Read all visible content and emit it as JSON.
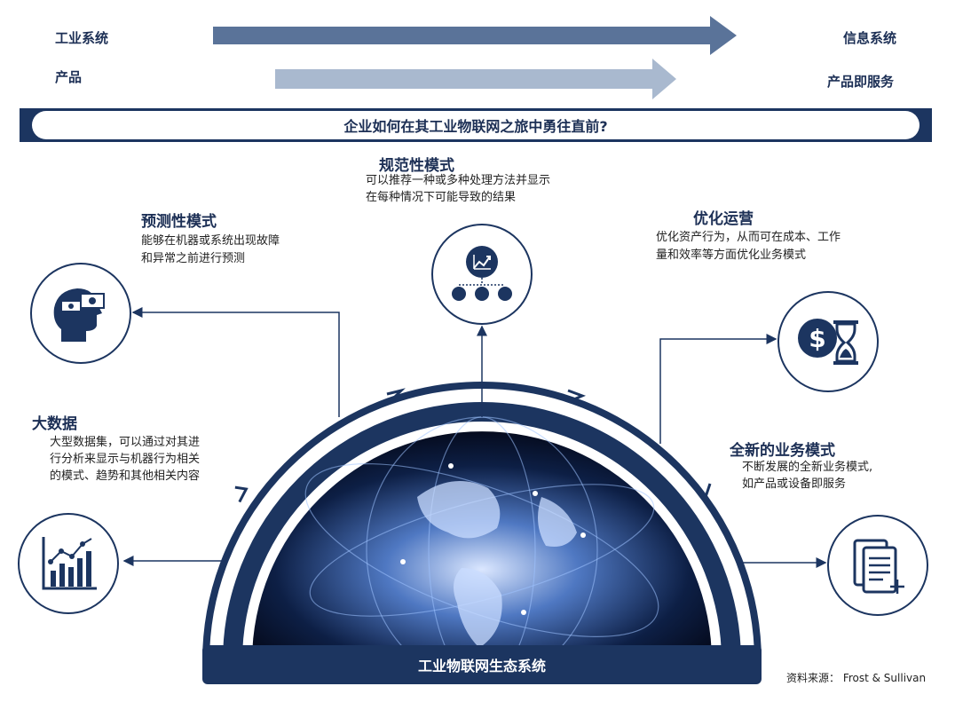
{
  "top_arrows": {
    "row1_left": "工业系统",
    "row1_right": "信息系统",
    "row2_left": "产品",
    "row2_right": "产品即服务"
  },
  "banner": {
    "question": "企业如何在其工业物联网之旅中勇往直前?"
  },
  "nodes": {
    "prescriptive": {
      "title": "规范性模式",
      "desc_1": "可以推荐一种或多种处理方法并显示",
      "desc_2": "在每种情况下可能导致的结果",
      "icon": "prescriptive-chart-icon"
    },
    "predictive": {
      "title": "预测性模式",
      "desc_1": "能够在机器或系统出现故障",
      "desc_2": "和异常之前进行预测",
      "icon": "head-gear-icon"
    },
    "optimize": {
      "title": "优化运营",
      "desc_1": "优化资产行为，从而可在成本、工作",
      "desc_2": "量和效率等方面优化业务模式",
      "icon": "dollar-hourglass-icon"
    },
    "bigdata": {
      "title": "大数据",
      "desc_1": "大型数据集，可以通过对其进",
      "desc_2": "行分析来显示与机器行为相关",
      "desc_3": "的模式、趋势和其他相关内容",
      "icon": "bar-chart-icon"
    },
    "newbiz": {
      "title": "全新的业务模式",
      "desc_1": "不断发展的全新业务模式,",
      "desc_2": "如产品或设备即服务",
      "icon": "document-plus-icon"
    }
  },
  "ecosystem": {
    "label": "工业物联网生态系统"
  },
  "source": "资料来源：  Frost & Sullivan",
  "colors": {
    "navy": "#1c3560",
    "light_arrow": "#a9b9cf",
    "mid_arrow": "#5a7399"
  }
}
